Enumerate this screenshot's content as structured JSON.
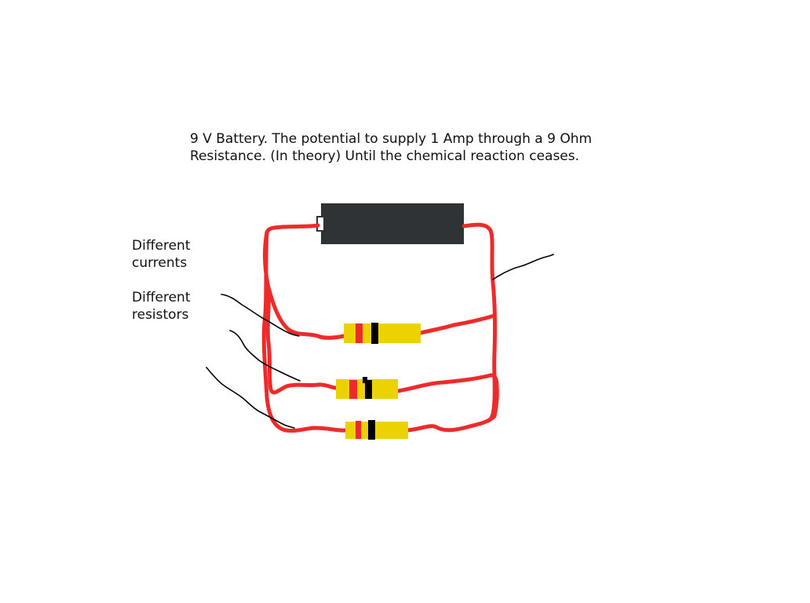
{
  "caption": {
    "line1": "9 V Battery. The potential to supply 1 Amp through a 9 Ohm",
    "line2": "Resistance. (In theory) Until the chemical reaction ceases."
  },
  "labels": {
    "currents": {
      "line1": "Different",
      "line2": "currents"
    },
    "resistors": {
      "line1": "Different",
      "line2": "resistors"
    }
  },
  "colors": {
    "wire": "#ee2b2b",
    "battery": "#2f3335",
    "resistor_body": "#ecd200",
    "band_red": "#ee2b2b",
    "band_black": "#000000",
    "pointer": "#000000"
  },
  "components": {
    "battery": "9 V battery",
    "resistors": [
      "resistor-1",
      "resistor-2",
      "resistor-3"
    ]
  }
}
